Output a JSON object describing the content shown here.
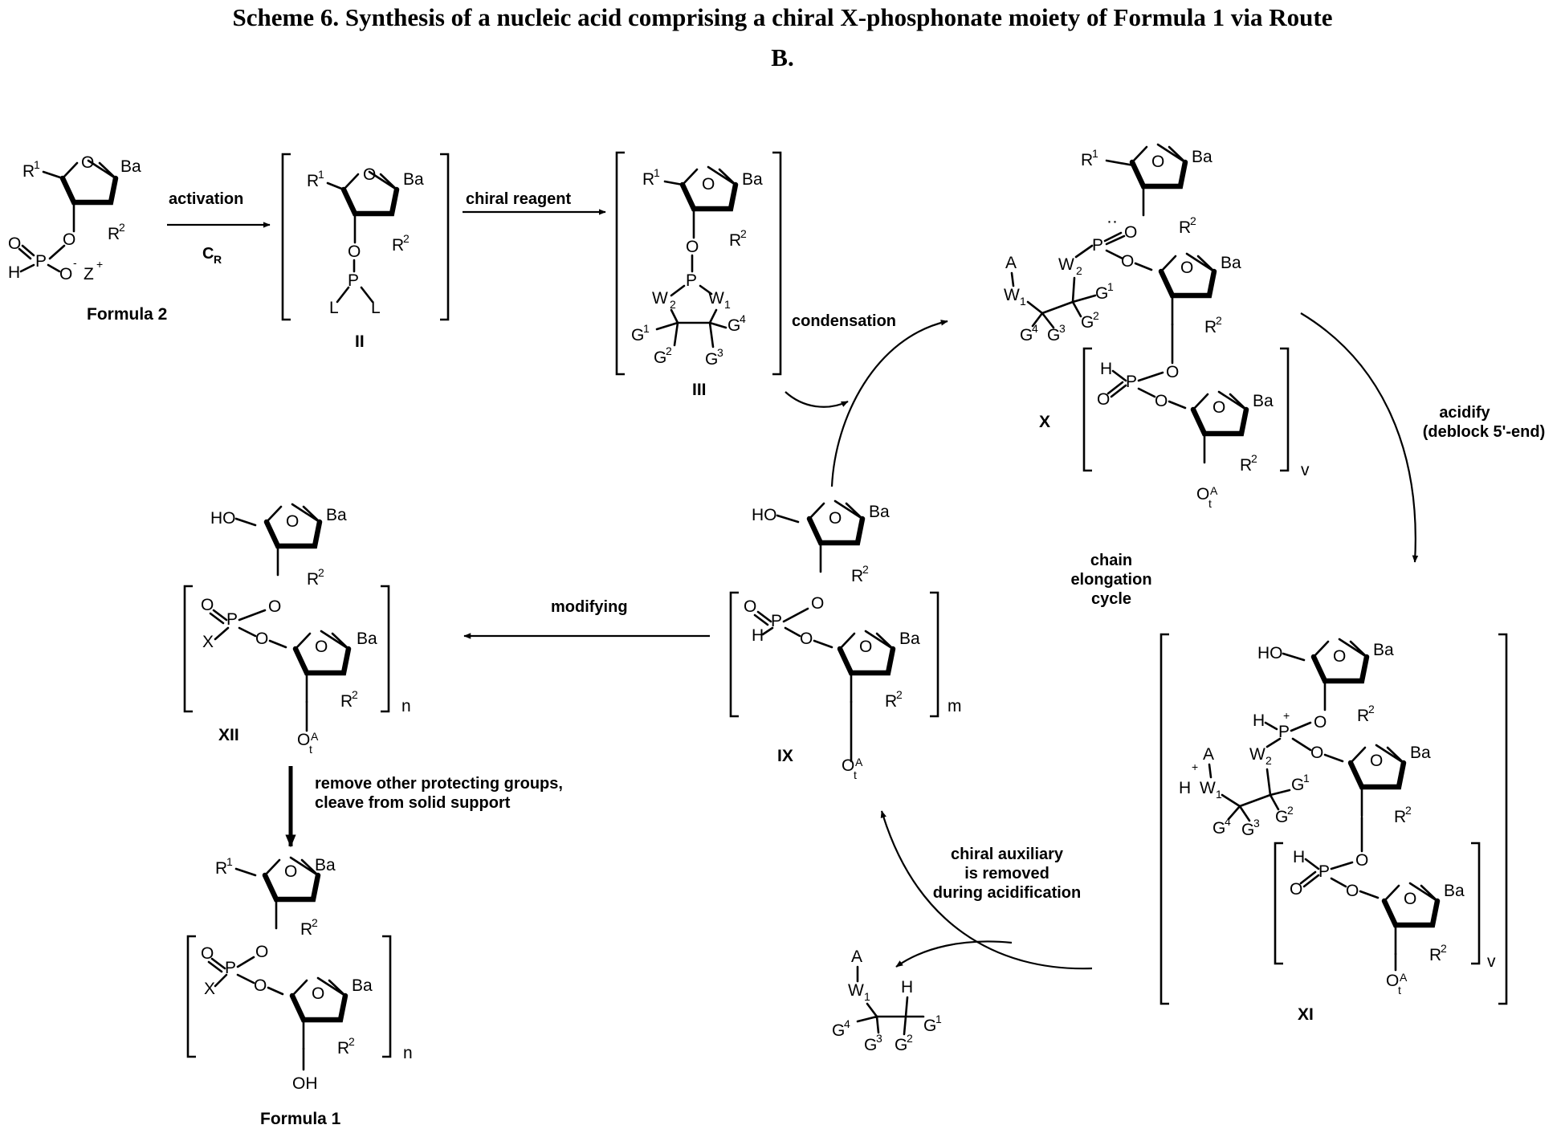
{
  "title": {
    "line1": "Scheme 6.  Synthesis of a nucleic acid comprising a chiral X-phosphonate moiety of Formula 1 via Route",
    "line2": "B."
  },
  "reagents": {
    "activation": "activation",
    "cr": "C",
    "cr_sub": "R",
    "chiral_reagent": "chiral reagent",
    "condensation": "condensation",
    "acidify": "acidify",
    "deblock": "(deblock 5'-end)",
    "chain": "chain",
    "elongation": "elongation",
    "cycle": "cycle",
    "modifying": "modifying",
    "remove1": "remove other protecting groups,",
    "remove2": "cleave from solid support",
    "aux1": "chiral auxiliary",
    "aux2": "is removed",
    "aux3": "during acidification"
  },
  "compounds": {
    "f2": "Formula 2",
    "ii": "II",
    "iii": "III",
    "x": "X",
    "ix": "IX",
    "xi": "XI",
    "xii": "XII",
    "f1": "Formula 1"
  },
  "atoms": {
    "R": "R",
    "O": "O",
    "Ba": "Ba",
    "P": "P",
    "H": "H",
    "HO": "HO",
    "OH": "OH",
    "L": "L",
    "Z": "Z",
    "W": "W",
    "G": "G",
    "A": "A",
    "X": "X",
    "Oa": "O",
    "one": "1",
    "two": "2",
    "three": "3",
    "four": "4",
    "plus": "+",
    "minus": "-",
    "dots": "··",
    "small_a": "A",
    "small_t": "t"
  },
  "indices": {
    "n": "n",
    "m": "m",
    "v": "v"
  }
}
